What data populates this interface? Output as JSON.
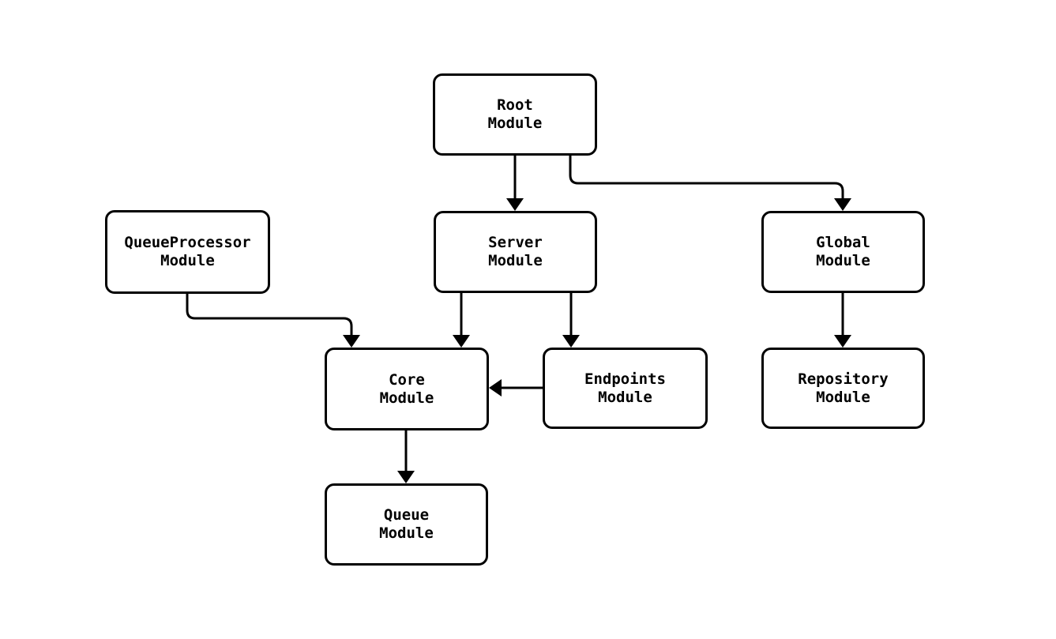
{
  "diagram": {
    "background_color": "#ffffff",
    "stroke_color": "#000000",
    "node_fill_color": "#ffffff",
    "nodes": [
      {
        "id": "root",
        "label": "Root\nModule"
      },
      {
        "id": "queueprocessor",
        "label": "QueueProcessor\nModule"
      },
      {
        "id": "server",
        "label": "Server\nModule"
      },
      {
        "id": "global",
        "label": "Global\nModule"
      },
      {
        "id": "core",
        "label": "Core\nModule"
      },
      {
        "id": "endpoints",
        "label": "Endpoints\nModule"
      },
      {
        "id": "repository",
        "label": "Repository\nModule"
      },
      {
        "id": "queue",
        "label": "Queue\nModule"
      }
    ],
    "edges": [
      {
        "from": "root",
        "to": "server"
      },
      {
        "from": "root",
        "to": "global"
      },
      {
        "from": "queueprocessor",
        "to": "core"
      },
      {
        "from": "server",
        "to": "core"
      },
      {
        "from": "server",
        "to": "endpoints"
      },
      {
        "from": "endpoints",
        "to": "core"
      },
      {
        "from": "global",
        "to": "repository"
      },
      {
        "from": "core",
        "to": "queue"
      }
    ]
  }
}
